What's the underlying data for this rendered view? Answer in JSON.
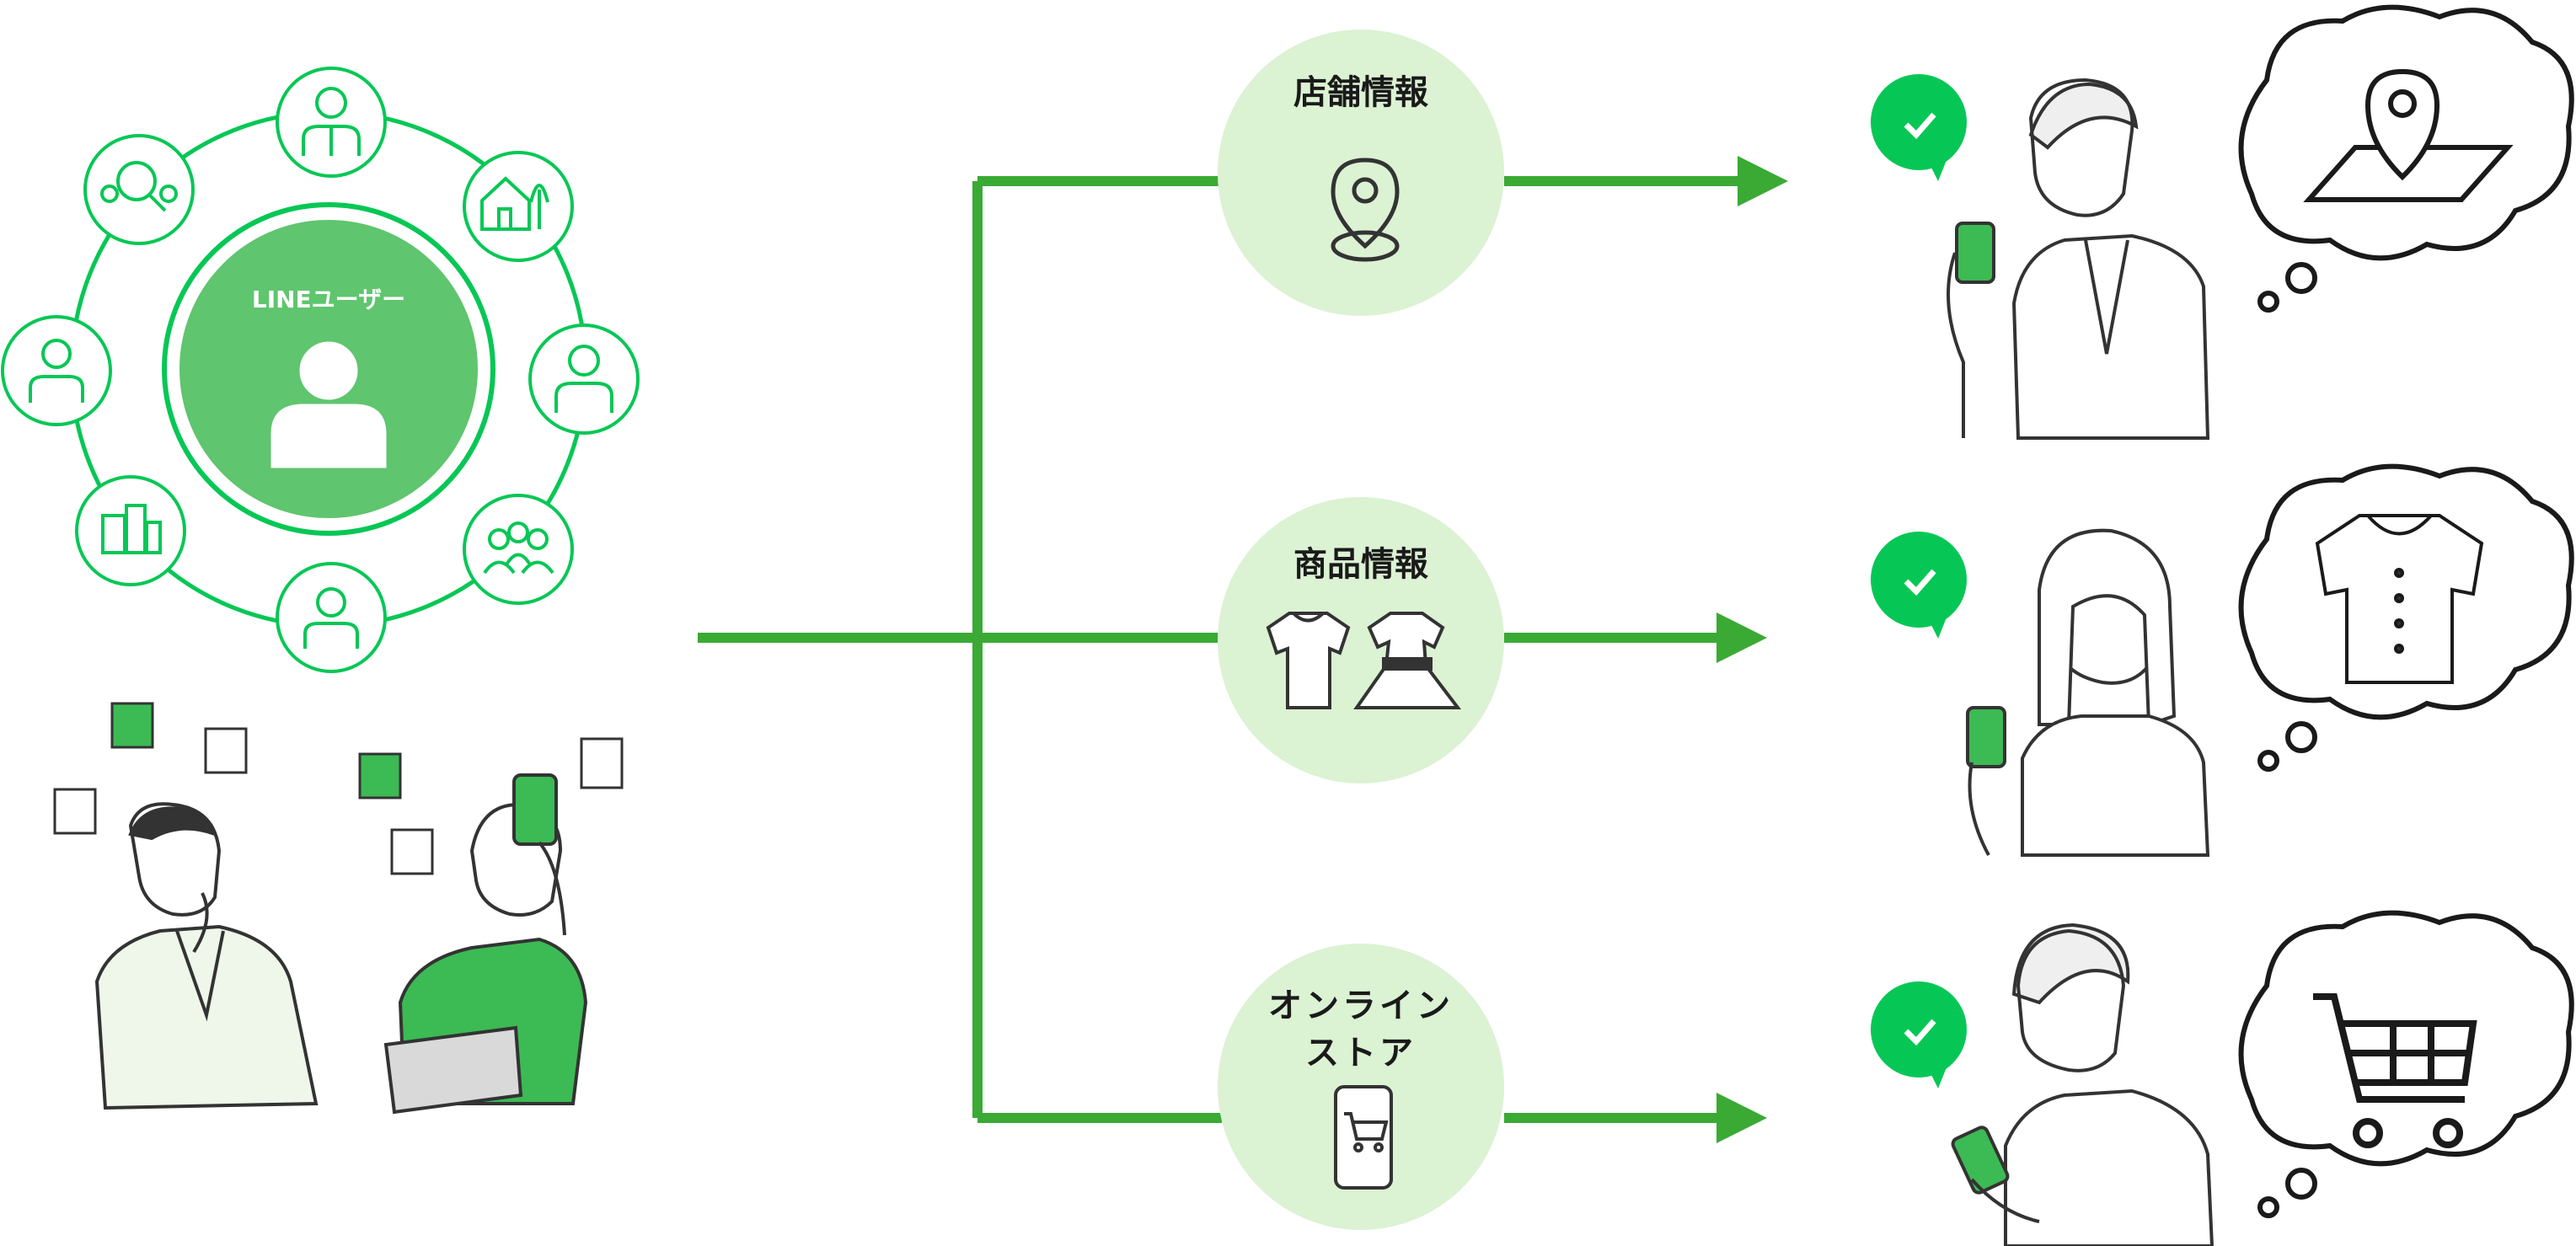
{
  "hub": {
    "label": "LINEユーザー",
    "satellite_icons": [
      "businessman-icon",
      "house-icon",
      "woman-icon",
      "group-icon",
      "boy-icon",
      "buildings-icon",
      "girl-icon",
      "search-people-icon"
    ]
  },
  "categories": [
    {
      "label": "店舗情報",
      "icon": "map-pin-icon",
      "thought_icon": "map-location-icon"
    },
    {
      "label": "商品情報",
      "icon": "clothes-icon",
      "thought_icon": "blouse-icon"
    },
    {
      "label_lines": [
        "オンライン",
        "ストア"
      ],
      "icon": "phone-cart-icon",
      "thought_icon": "shopping-cart-icon"
    }
  ],
  "colors": {
    "green": "#3aaa35",
    "bright_green": "#06c755",
    "light_green": "#dbf2d3",
    "hub_fill": "#5fc56e",
    "line_dark": "#333333"
  }
}
